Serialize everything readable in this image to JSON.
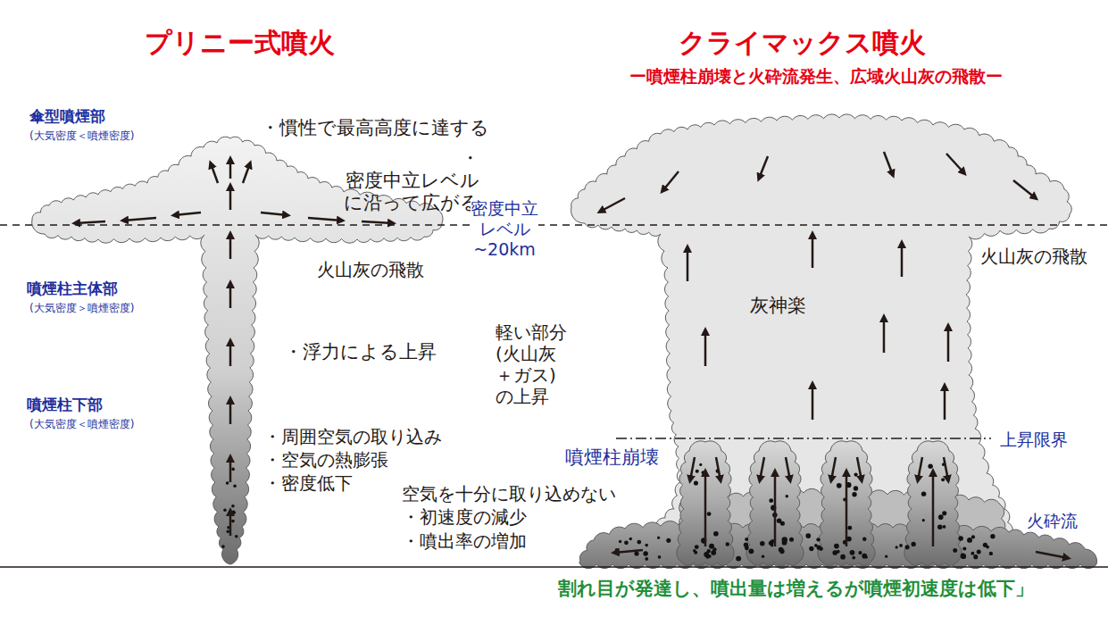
{
  "diagram": {
    "labels": [
      "プリニー式噴火",
      "クライマックス噴火",
      "ー噴煙柱崩壊と火砕流発生、広域火山灰の飛散ー",
      "傘型噴煙部",
      "(大気密度＜噴煙密度)",
      "・慣性で最高高度に達する",
      "・密度中立レベル に沿って広がる",
      "密度中立 レベル ~20km",
      "火山灰の飛散",
      "噴煙柱主体部",
      "(大気密度＞噴煙密度)",
      "・浮力による上昇",
      "噴煙柱下部",
      "(大気密度＜噴煙密度)",
      "・周囲空気の取り込み",
      "・空気の熱膨張",
      "・密度低下",
      "空気を十分に取り込めない",
      "・初速度の減少",
      "・噴出率の増加",
      "灰神楽",
      "軽い部分 (火山灰＋ガス) の上昇",
      "火山灰の飛散",
      "上昇限界",
      "噴煙柱崩壊",
      "火砕流"
    ],
    "caption": "割れ目が発達し、噴出量は増えるが噴煙初速度は低下」"
  }
}
